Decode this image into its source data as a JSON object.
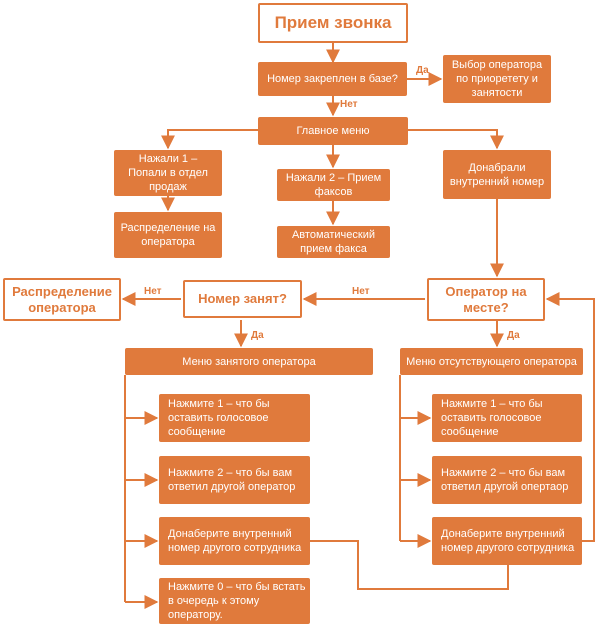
{
  "diagram": {
    "start": "Прием звонка",
    "in_base_question": "Номер закреплен в базе?",
    "priority_operator": "Выбор оператора по приоретету и занятости",
    "main_menu": "Главное меню",
    "pressed1": "Нажали 1 – Попали в отдел продаж",
    "distribution_to_operator": "Распределение на оператора",
    "pressed2": "Нажали 2 – Прием факсов",
    "auto_fax": "Автоматический прием факса",
    "dialed_internal": "Донабрали внутренний номер",
    "operator_present": "Оператор на месте?",
    "number_busy": "Номер занят?",
    "distribution_operator": "Распределение оператора",
    "busy_menu": "Меню занятого оператора",
    "absent_menu": "Меню отсутствующего оператора",
    "busy_opt1": "Нажмите 1 – что бы оставить голосовое сообщение",
    "busy_opt2": "Нажмите 2 – что бы вам ответил другой оператор",
    "busy_opt3": "Донаберите внутренний номер другого сотрудника",
    "busy_opt0": "Нажмите 0 – что бы встать в очередь к этому оператору.",
    "absent_opt1": "Нажмите 1 – что бы оставить голосовое сообщение",
    "absent_opt2": "Нажмите 2 – что бы вам ответил другой опертаор",
    "absent_opt3": "Донаберите внутренний номер другого сотрудника"
  },
  "labels": {
    "yes": "Да",
    "no": "Нет"
  },
  "colors": {
    "accent": "#e07a3c",
    "box_text": "#ffffff",
    "background": "#ffffff"
  }
}
